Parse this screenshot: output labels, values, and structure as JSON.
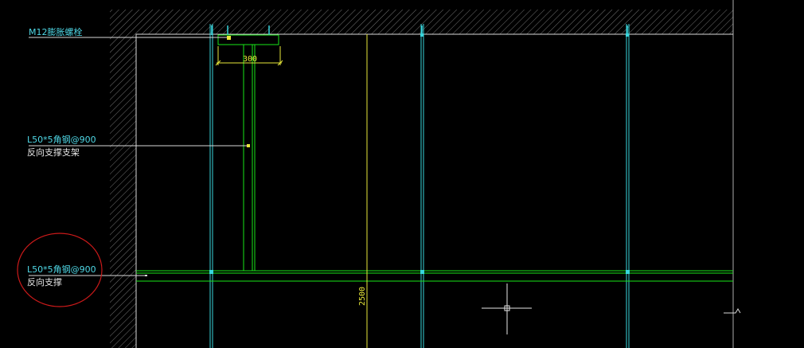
{
  "drawing": {
    "annotations": {
      "bolt_label": "M12膨胀螺栓",
      "bracket_label_line1": "L50*5角钢@900",
      "bracket_label_line2": "反向支撑支架",
      "brace_label_line1": "L50*5角钢@900",
      "brace_label_line2": "反向支撑"
    },
    "dimensions": {
      "top_width": "300",
      "vertical_height": "2500"
    },
    "colors": {
      "background": "#000000",
      "hatch": "#8f8f8f",
      "cyan": "#38d6dd",
      "green": "#19e619",
      "yellow": "#e8e83a",
      "white": "#d9d9d9",
      "red": "#cc1a1a",
      "text_cyan": "#4fd8e6",
      "text_white": "#e6e6e6"
    },
    "icons": {
      "cursor": "crosshair-cursor-icon",
      "break": "break-line-icon"
    }
  }
}
